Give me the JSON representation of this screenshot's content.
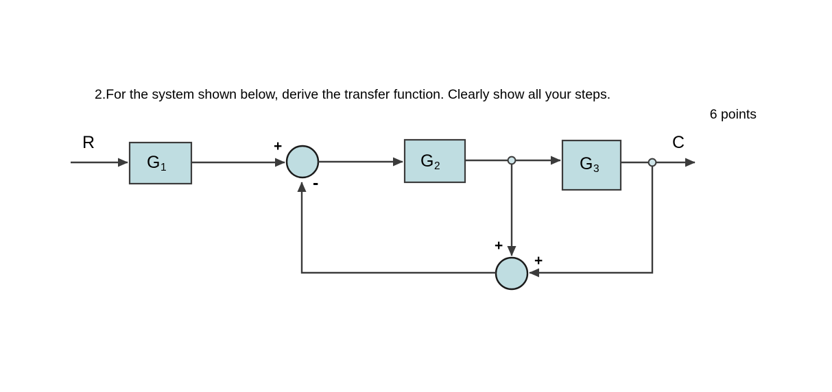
{
  "question": {
    "number": "2.",
    "text": "For the system shown below, derive the transfer function. Clearly show all your steps.",
    "points": "6 points"
  },
  "diagram": {
    "type": "control-system-block-diagram",
    "input_label": "R",
    "output_label": "C",
    "blocks": [
      {
        "id": "g1",
        "label_base": "G",
        "label_sub": "1"
      },
      {
        "id": "g2",
        "label_base": "G",
        "label_sub": "2"
      },
      {
        "id": "g3",
        "label_base": "G",
        "label_sub": "3"
      }
    ],
    "summing_junctions": [
      {
        "id": "sum1",
        "signs": [
          {
            "id": "sum1-plus",
            "symbol": "+"
          },
          {
            "id": "sum1-minus",
            "symbol": "-"
          }
        ]
      },
      {
        "id": "sum2",
        "signs": [
          {
            "id": "sum2-plus-top",
            "symbol": "+"
          },
          {
            "id": "sum2-plus-right",
            "symbol": "+"
          }
        ]
      }
    ],
    "colors": {
      "block_fill": "#bfdde1",
      "block_stroke": "#3b3b3b",
      "line": "#3b3b3b",
      "node_fill": "#cfe5e9",
      "background": "#ffffff"
    }
  }
}
